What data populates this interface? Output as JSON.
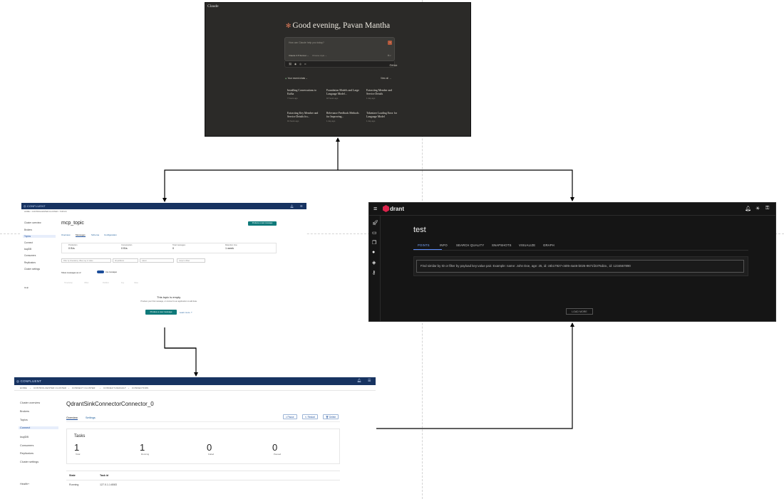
{
  "claude": {
    "brand": "Claude",
    "greeting": "Good evening, Pavan Mantha",
    "input_placeholder": "How can Claude help you today?",
    "model": "Claude 3.5 Sonnet",
    "style": "Choose style",
    "github_label": "GitHub",
    "recent_label": "Your recent chats",
    "view_all": "View all",
    "chats": [
      {
        "title": "Installing Conversations to Kafka",
        "meta": "7 hours ago"
      },
      {
        "title": "Foundation Models and Large Language Model...",
        "meta": "18 hours ago"
      },
      {
        "title": "Extracting Member and Service Details",
        "meta": "1 day ago"
      },
      {
        "title": "Extracting Key Member and Service Details fro...",
        "meta": "19 hours ago"
      },
      {
        "title": "Relevance Feedback Methods for Improving...",
        "meta": "1 day ago"
      },
      {
        "title": "Tokenizer Loading Error for Language Model",
        "meta": "1 day ago"
      }
    ]
  },
  "confluent_topic": {
    "logo": "CONFLUENT",
    "breadcrumb": "HOME  >  CONTROLCENTER.CLUSTER  >  TOPICS",
    "sidebar": [
      "Cluster overview",
      "Brokers",
      "Topics",
      "Connect",
      "ksqlDB",
      "Consumers",
      "Replicators",
      "Cluster settings"
    ],
    "sidebar_active_index": 2,
    "help": "Help",
    "title": "mcp_topic",
    "produce_label": "Produce a new message",
    "tabs": [
      "Overview",
      "Messages",
      "Schema",
      "Configuration"
    ],
    "active_tab": 1,
    "stats": [
      {
        "label": "Production",
        "value": "0 B/s"
      },
      {
        "label": "Consumption",
        "value": "0 B/s"
      },
      {
        "label": "Total messages",
        "value": "0"
      },
      {
        "label": "Retention time",
        "value": "1 week"
      }
    ],
    "filter_placeholder": "Filter by timestamp, offset, key or value",
    "filter_options": [
      "All partitions",
      "Latest",
      "Jump to offset"
    ],
    "live_label": "Show messages as of",
    "toggle_label": "Live messages",
    "columns": [
      "Timestamp",
      "Offset",
      "Partition",
      "Key",
      "Value"
    ],
    "empty_title": "This topic is empty.",
    "empty_sub": "Produce your first message, or connect to an application to add data.",
    "produce_btn2": "Produce a new message",
    "learn_more": "Learn more"
  },
  "qdrant": {
    "brand": "drant",
    "collection": "test",
    "tabs": [
      "POINTS",
      "INFO",
      "SEARCH QUALITY",
      "SNAPSHOTS",
      "VISUALIZE",
      "GRAPH"
    ],
    "active_tab": 0,
    "search_placeholder": "Find similar by ID or filter by payload key:value pair. Example: name: John Doe, age: 25, id: c6b17927-c605-4a46-b026-9671f2375d2a , id: 1234567890",
    "load_more": "LOAD MORE",
    "icons_side": [
      "rocket-icon",
      "console-icon",
      "collections-icon",
      "bulb-icon",
      "tag-icon",
      "key-icon"
    ],
    "icons_top": [
      "bell-icon",
      "sun-icon",
      "key-icon"
    ]
  },
  "confluent_connector": {
    "logo": "CONFLUENT",
    "breadcrumb": [
      "HOME",
      "CONTROLCENTER.CLUSTER",
      "CONNECT CLUSTER",
      "CONNECT-DEFAULT",
      "CONNECTORS"
    ],
    "sidebar": [
      "Cluster overview",
      "Brokers",
      "Topics",
      "Connect",
      "ksqlDB",
      "Consumers",
      "Replicators",
      "Cluster settings"
    ],
    "sidebar_active_index": 3,
    "help": "Health+",
    "title": "QdrantSinkConnectorConnector_0",
    "tabs": [
      "Overview",
      "Settings"
    ],
    "active_tab": 0,
    "actions": [
      "Pause",
      "Restart",
      "Delete"
    ],
    "tasks_title": "Tasks",
    "tasks": [
      {
        "value": "1",
        "label": "Total"
      },
      {
        "value": "1",
        "label": "Running"
      },
      {
        "value": "0",
        "label": "Failed"
      },
      {
        "value": "0",
        "label": "Paused"
      }
    ],
    "table_headers": [
      "State",
      "Task id"
    ],
    "rows": [
      {
        "state": "Running",
        "task_id": "127.0.1.1:8083"
      }
    ]
  }
}
